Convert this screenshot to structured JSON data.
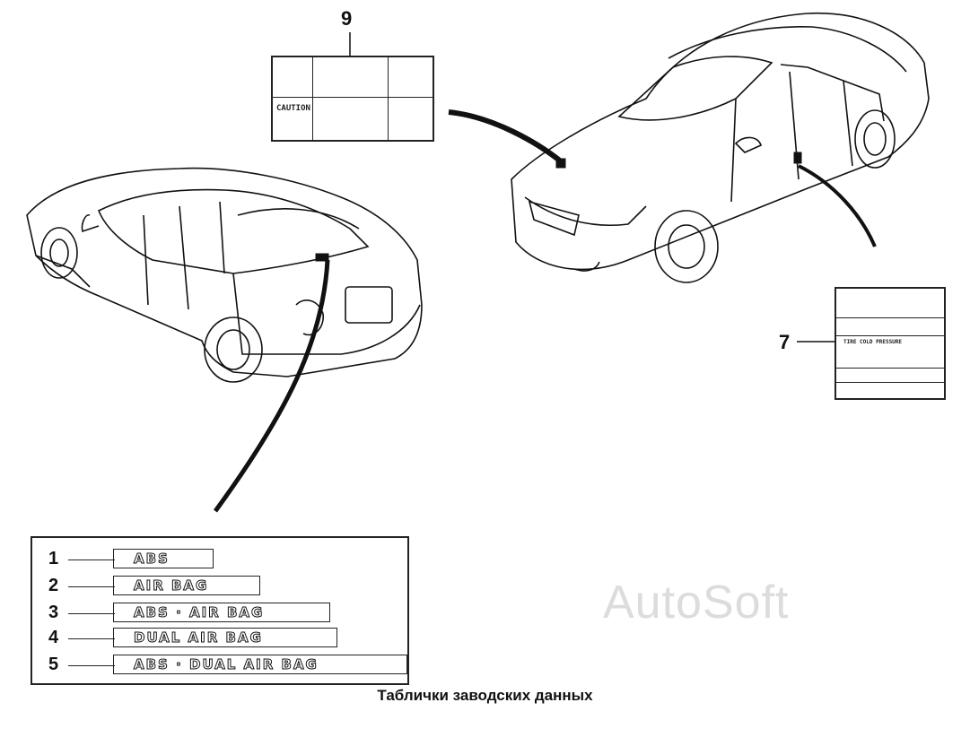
{
  "callouts": {
    "c9": "9",
    "c7": "7"
  },
  "label9": {
    "caution": "CAUTION"
  },
  "legend": {
    "items": [
      {
        "num": "1",
        "badge": "ABS"
      },
      {
        "num": "2",
        "badge": "AIR BAG"
      },
      {
        "num": "3",
        "badge": "ABS · AIR BAG"
      },
      {
        "num": "4",
        "badge": "DUAL AIR BAG"
      },
      {
        "num": "5",
        "badge": "ABS · DUAL AIR BAG"
      }
    ]
  },
  "label7": {
    "tire_header": "TIRE COLD PRESSURE"
  },
  "caption": "Таблички заводских данных",
  "watermark": "AutoSoft",
  "colors": {
    "ink": "#111111",
    "paper": "#ffffff",
    "watermark": "#dcdcdc"
  }
}
